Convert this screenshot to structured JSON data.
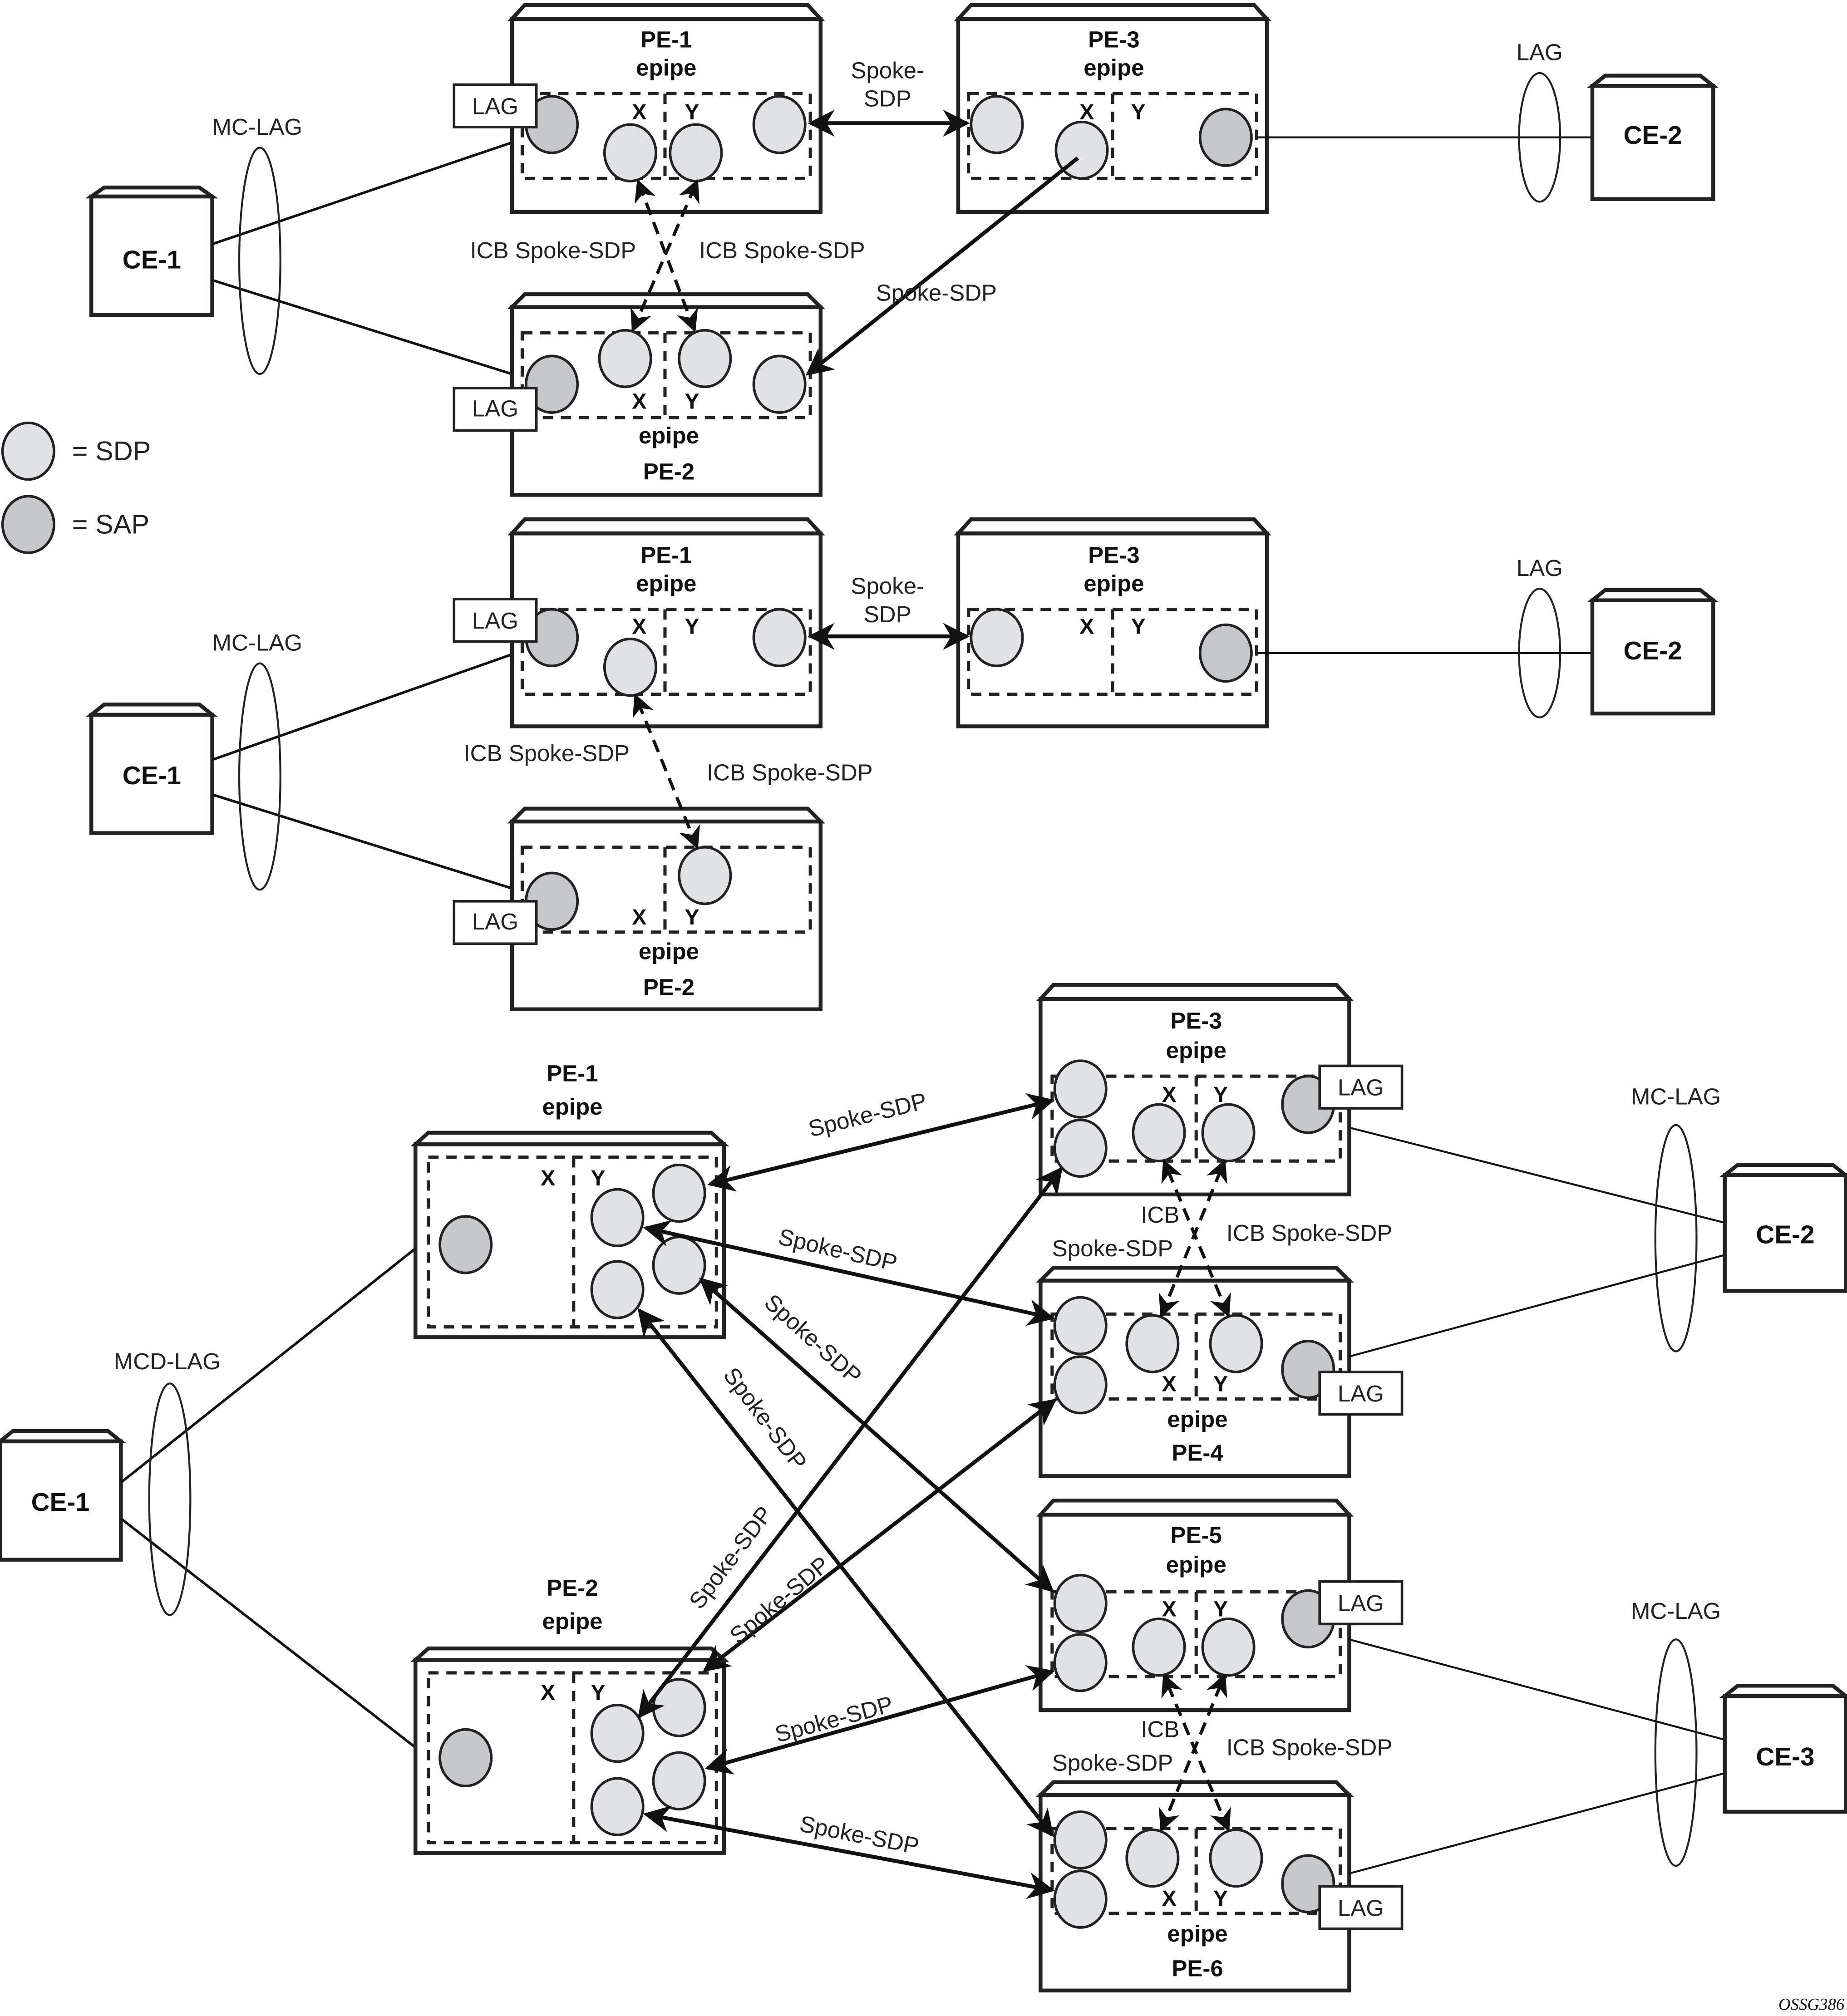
{
  "legend": {
    "sdp_label": "= SDP",
    "sap_label": "= SAP"
  },
  "colors": {
    "sdp_fill": "#e1e2e4",
    "sap_fill": "#c6c7c9",
    "stroke": "#222222"
  },
  "figure_id": "OSSG386",
  "common": {
    "spoke_sdp": "Spoke-SDP",
    "icb_spoke_sdp": "ICB Spoke-SDP",
    "icb": "ICB",
    "lag": "LAG",
    "mc_lag": "MC-LAG",
    "mcd_lag": "MCD-LAG",
    "epipe": "epipe",
    "x": "X",
    "y": "Y"
  },
  "diagram1": {
    "pe1": "PE-1",
    "pe2": "PE-2",
    "pe3": "PE-3",
    "ce1": "CE-1",
    "ce2": "CE-2",
    "spoke_top_line1": "Spoke-",
    "spoke_top_line2": "SDP"
  },
  "diagram2": {
    "pe1": "PE-1",
    "pe2": "PE-2",
    "pe3": "PE-3",
    "ce1": "CE-1",
    "ce2": "CE-2",
    "spoke_top_line1": "Spoke-",
    "spoke_top_line2": "SDP"
  },
  "diagram3": {
    "pe1": "PE-1",
    "pe2": "PE-2",
    "pe3": "PE-3",
    "pe4": "PE-4",
    "pe5": "PE-5",
    "pe6": "PE-6",
    "ce1": "CE-1",
    "ce2": "CE-2",
    "ce3": "CE-3"
  }
}
